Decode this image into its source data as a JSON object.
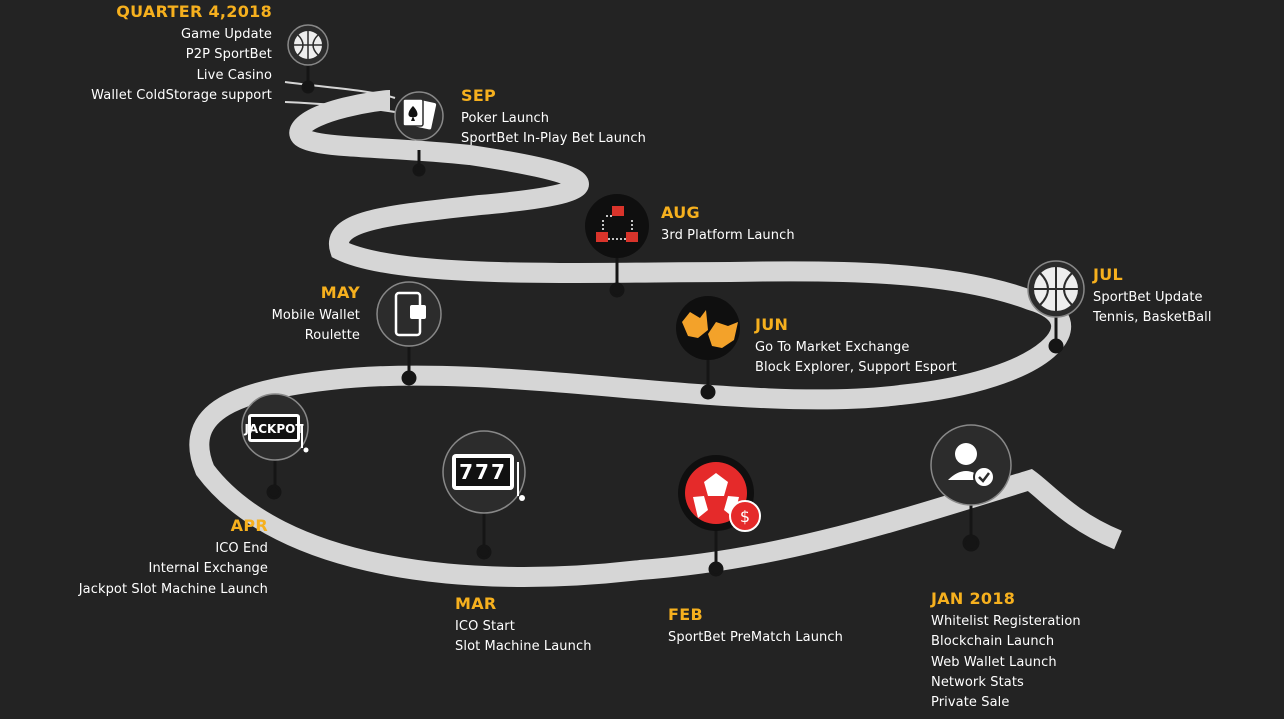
{
  "milestones": [
    {
      "id": "q4",
      "title": "QUARTER 4,2018",
      "items": [
        "Game Update",
        "P2P SportBet",
        "Live Casino",
        "Wallet ColdStorage support"
      ],
      "icon": "basketball-icon"
    },
    {
      "id": "sep",
      "title": "SEP",
      "items": [
        "Poker Launch",
        "SportBet In-Play Bet Launch"
      ],
      "icon": "poker-cards-icon"
    },
    {
      "id": "aug",
      "title": "AUG",
      "items": [
        "3rd Platform Launch"
      ],
      "icon": "blockchain-cubes-icon"
    },
    {
      "id": "jul",
      "title": "JUL",
      "items": [
        "SportBet Update",
        "Tennis, BasketBall"
      ],
      "icon": "basketball-icon"
    },
    {
      "id": "jun",
      "title": "JUN",
      "items": [
        "Go To Market Exchange",
        "Block Explorer, Support Esport"
      ],
      "icon": "bull-bear-icon"
    },
    {
      "id": "may",
      "title": "MAY",
      "items": [
        "Mobile Wallet",
        "Roulette"
      ],
      "icon": "mobile-wallet-icon"
    },
    {
      "id": "apr",
      "title": "APR",
      "items": [
        "ICO End",
        "Internal Exchange",
        "Jackpot Slot Machine Launch"
      ],
      "icon": "jackpot-icon",
      "icon_text": "JACKPOT"
    },
    {
      "id": "mar",
      "title": "MAR",
      "items": [
        "ICO Start",
        "Slot Machine Launch"
      ],
      "icon": "slot-machine-icon",
      "icon_text": "777"
    },
    {
      "id": "feb",
      "title": "FEB",
      "items": [
        "SportBet PreMatch Launch"
      ],
      "icon": "soccer-ball-dollar-icon",
      "icon_text": "$"
    },
    {
      "id": "jan",
      "title": "JAN 2018",
      "items": [
        "Whitelist Registeration",
        "Blockchain Launch",
        "Web Wallet Launch",
        "Network Stats",
        "Private Sale"
      ],
      "icon": "user-verified-icon"
    }
  ],
  "colors": {
    "background": "#232323",
    "road": "#d6d6d6",
    "accent": "#f6b01e",
    "text": "#ffffff",
    "icon_bg": "#2c2c2c",
    "red": "#e52a2a",
    "ring": "#aaaaaa"
  }
}
